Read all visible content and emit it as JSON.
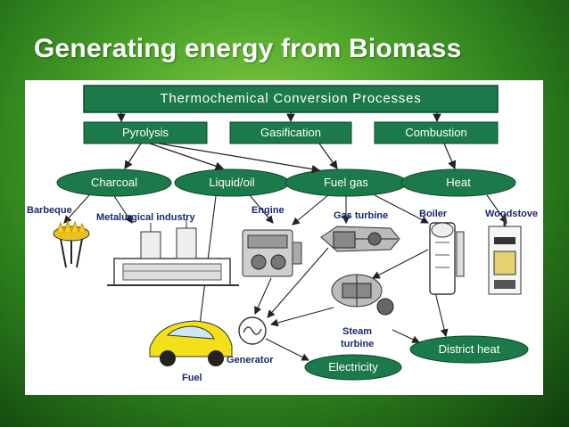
{
  "slide": {
    "title": "Generating energy from Biomass"
  },
  "diagram": {
    "header": "Thermochemical Conversion Processes",
    "processes": [
      "Pyrolysis",
      "Gasification",
      "Combustion"
    ],
    "products": [
      "Charcoal",
      "Liquid/oil",
      "Fuel gas",
      "Heat"
    ],
    "uses": {
      "barbeque": "Barbeque",
      "metallurgical": "Metalurgical industry",
      "engine": "Engine",
      "gas_turbine": "Gas turbine",
      "boiler": "Boiler",
      "woodstove": "Woodstove",
      "steam_turbine_1": "Steam",
      "steam_turbine_2": "turbine",
      "generator": "Generator",
      "fuel": "Fuel"
    },
    "outputs": [
      "Electricity",
      "District heat"
    ],
    "colors": {
      "box": "#1c7a4a",
      "box_border": "#0e4a2a",
      "text_dark": "#1a2a6c"
    }
  }
}
